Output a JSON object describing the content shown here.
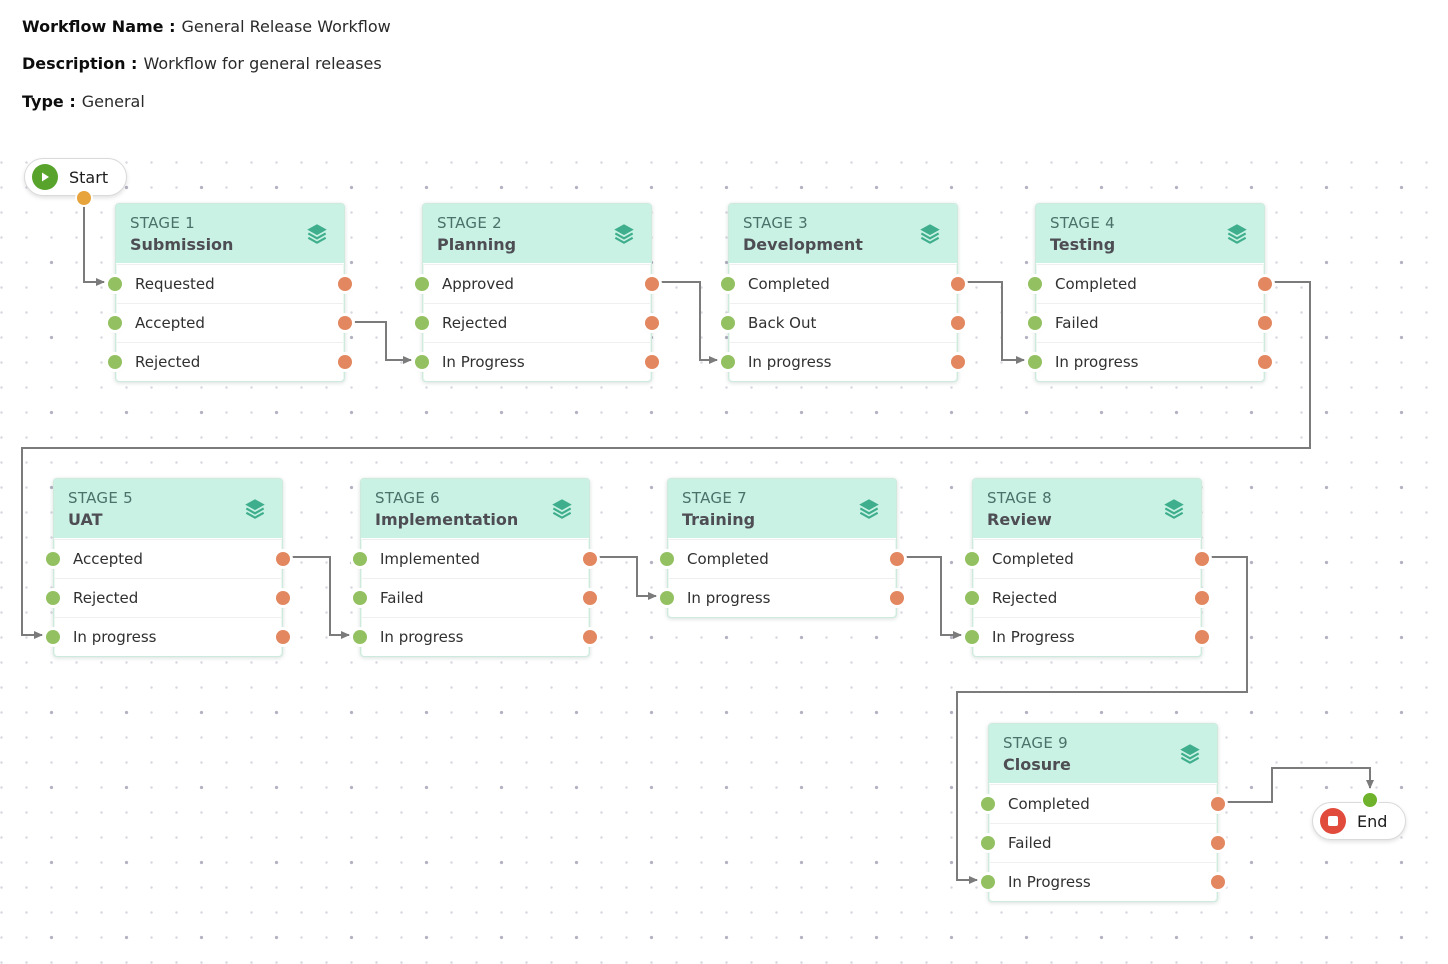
{
  "header": {
    "workflow_name_label": "Workflow Name :",
    "workflow_name": "General Release Workflow",
    "description_label": "Description :",
    "description": "Workflow for general releases",
    "type_label": "Type :",
    "type": "General"
  },
  "nodes": {
    "start_label": "Start",
    "end_label": "End"
  },
  "stages": [
    {
      "id": "STAGE 1",
      "name": "Submission",
      "rows": [
        {
          "label": "Requested"
        },
        {
          "label": "Accepted"
        },
        {
          "label": "Rejected"
        }
      ]
    },
    {
      "id": "STAGE 2",
      "name": "Planning",
      "rows": [
        {
          "label": "Approved"
        },
        {
          "label": "Rejected"
        },
        {
          "label": "In Progress"
        }
      ]
    },
    {
      "id": "STAGE 3",
      "name": "Development",
      "rows": [
        {
          "label": "Completed"
        },
        {
          "label": "Back Out"
        },
        {
          "label": "In progress"
        }
      ]
    },
    {
      "id": "STAGE 4",
      "name": "Testing",
      "rows": [
        {
          "label": "Completed"
        },
        {
          "label": "Failed"
        },
        {
          "label": "In progress"
        }
      ]
    },
    {
      "id": "STAGE 5",
      "name": "UAT",
      "rows": [
        {
          "label": "Accepted"
        },
        {
          "label": "Rejected"
        },
        {
          "label": "In progress"
        }
      ]
    },
    {
      "id": "STAGE 6",
      "name": "Implementation",
      "rows": [
        {
          "label": "Implemented"
        },
        {
          "label": "Failed"
        },
        {
          "label": "In progress"
        }
      ]
    },
    {
      "id": "STAGE 7",
      "name": "Training",
      "rows": [
        {
          "label": "Completed"
        },
        {
          "label": "In progress"
        }
      ]
    },
    {
      "id": "STAGE 8",
      "name": "Review",
      "rows": [
        {
          "label": "Completed"
        },
        {
          "label": "Rejected"
        },
        {
          "label": "In Progress"
        }
      ]
    },
    {
      "id": "STAGE 9",
      "name": "Closure",
      "rows": [
        {
          "label": "Completed"
        },
        {
          "label": "Failed"
        },
        {
          "label": "In Progress"
        }
      ]
    }
  ],
  "connections": [
    {
      "from": "Start",
      "to": "STAGE 1 / Requested"
    },
    {
      "from": "STAGE 1 / Accepted",
      "to": "STAGE 2 / In Progress"
    },
    {
      "from": "STAGE 2 / Approved",
      "to": "STAGE 3 / In progress"
    },
    {
      "from": "STAGE 3 / Completed",
      "to": "STAGE 4 / In progress"
    },
    {
      "from": "STAGE 4 / Completed",
      "to": "STAGE 5 / In progress"
    },
    {
      "from": "STAGE 5 / Accepted",
      "to": "STAGE 6 / In progress"
    },
    {
      "from": "STAGE 6 / Implemented",
      "to": "STAGE 7 / In progress"
    },
    {
      "from": "STAGE 7 / Completed",
      "to": "STAGE 8 / In Progress"
    },
    {
      "from": "STAGE 8 / Completed",
      "to": "STAGE 9 / In Progress"
    },
    {
      "from": "STAGE 9 / Completed",
      "to": "End"
    }
  ],
  "colors": {
    "stage_header_bg": "#c9f2e4",
    "stage_id_text": "#4b7169",
    "layers_icon": "#3fae8c",
    "input_port_green": "#93c161",
    "output_port_orange": "#e2875f",
    "start_badge_green": "#57a32b",
    "end_badge_red": "#e14b3b",
    "start_port_amber": "#e7a33c",
    "end_port_green": "#6fb32c",
    "connector_grey": "#7b7b7b"
  }
}
